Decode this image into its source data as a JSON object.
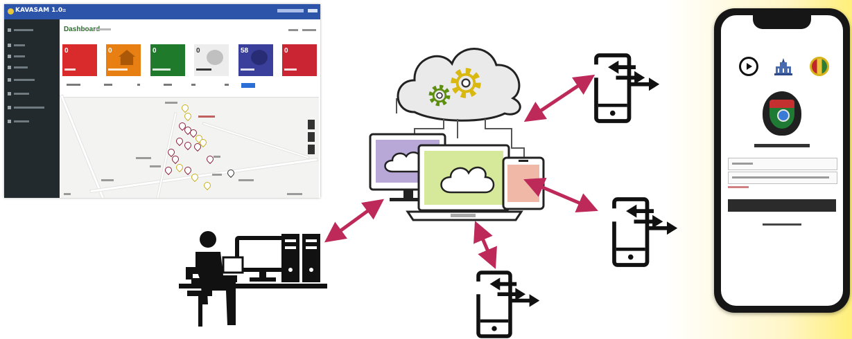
{
  "dashboard": {
    "brand": "KAVASAM 1.0",
    "menu_glyph": "≡",
    "title": "Dashboard",
    "cards": [
      {
        "value": "0",
        "color": "#d92b2b"
      },
      {
        "value": "0",
        "color": "#e77f12"
      },
      {
        "value": "0",
        "color": "#1f7a2c"
      },
      {
        "value": "0",
        "color": "#ededed"
      },
      {
        "value": "58",
        "color": "#3b3f9c"
      },
      {
        "value": "0",
        "color": "#c92532"
      }
    ],
    "sidebar_color": "#222a2e",
    "topbar_color": "#2c54a8"
  },
  "icons": [
    "cloud-gears-icon",
    "computer-user-icon",
    "mobile-sync-icon",
    "laptop-cloud-icon",
    "monitor-cloud-icon"
  ],
  "colors": {
    "arrow": "#bd2a5a",
    "icon_stroke": "#111111",
    "cloud_fill": "#eaeaea",
    "gear_yellow": "#f2d21a",
    "gear_green": "#7db51d",
    "monitor_purple": "#b8a8d8",
    "laptop_green": "#d6e89a",
    "tablet_pink": "#f0b8a6"
  }
}
